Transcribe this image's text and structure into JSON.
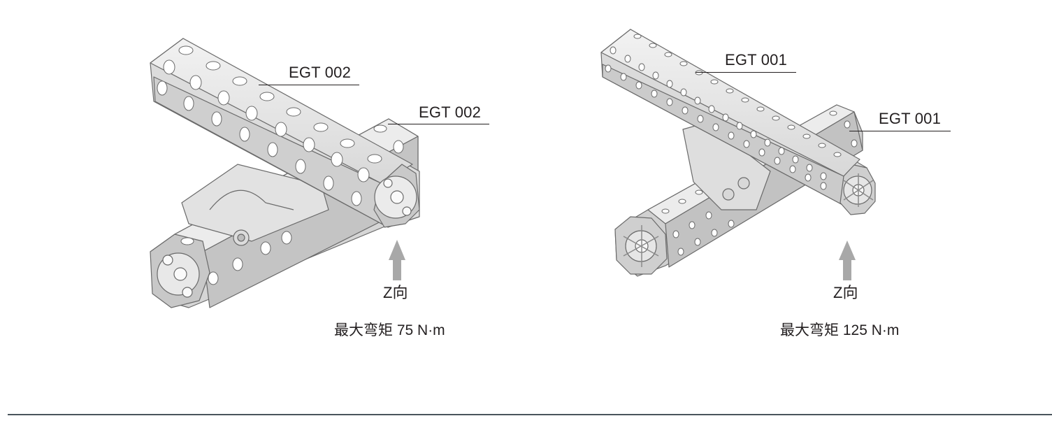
{
  "figures": [
    {
      "id": "left",
      "callouts": [
        {
          "text": "EGT 002",
          "target": "upper-tube"
        },
        {
          "text": "EGT 002",
          "target": "lower-tube"
        }
      ],
      "direction_label": "Z向",
      "caption": "最大弯矩 75 N·m"
    },
    {
      "id": "right",
      "callouts": [
        {
          "text": "EGT 001",
          "target": "upper-tube"
        },
        {
          "text": "EGT 001",
          "target": "lower-tube"
        }
      ],
      "direction_label": "Z向",
      "caption": "最大弯矩 125 N·m"
    }
  ],
  "icons": {
    "arrow": "up-arrow-icon"
  },
  "colors": {
    "text": "#231f20",
    "arrow": "#a8a8a8",
    "tube_light": "#ececec",
    "tube_mid": "#d2d2d2",
    "tube_dark": "#b4b4b4",
    "outline": "#6a6a6a",
    "rule": "#4a545c"
  }
}
